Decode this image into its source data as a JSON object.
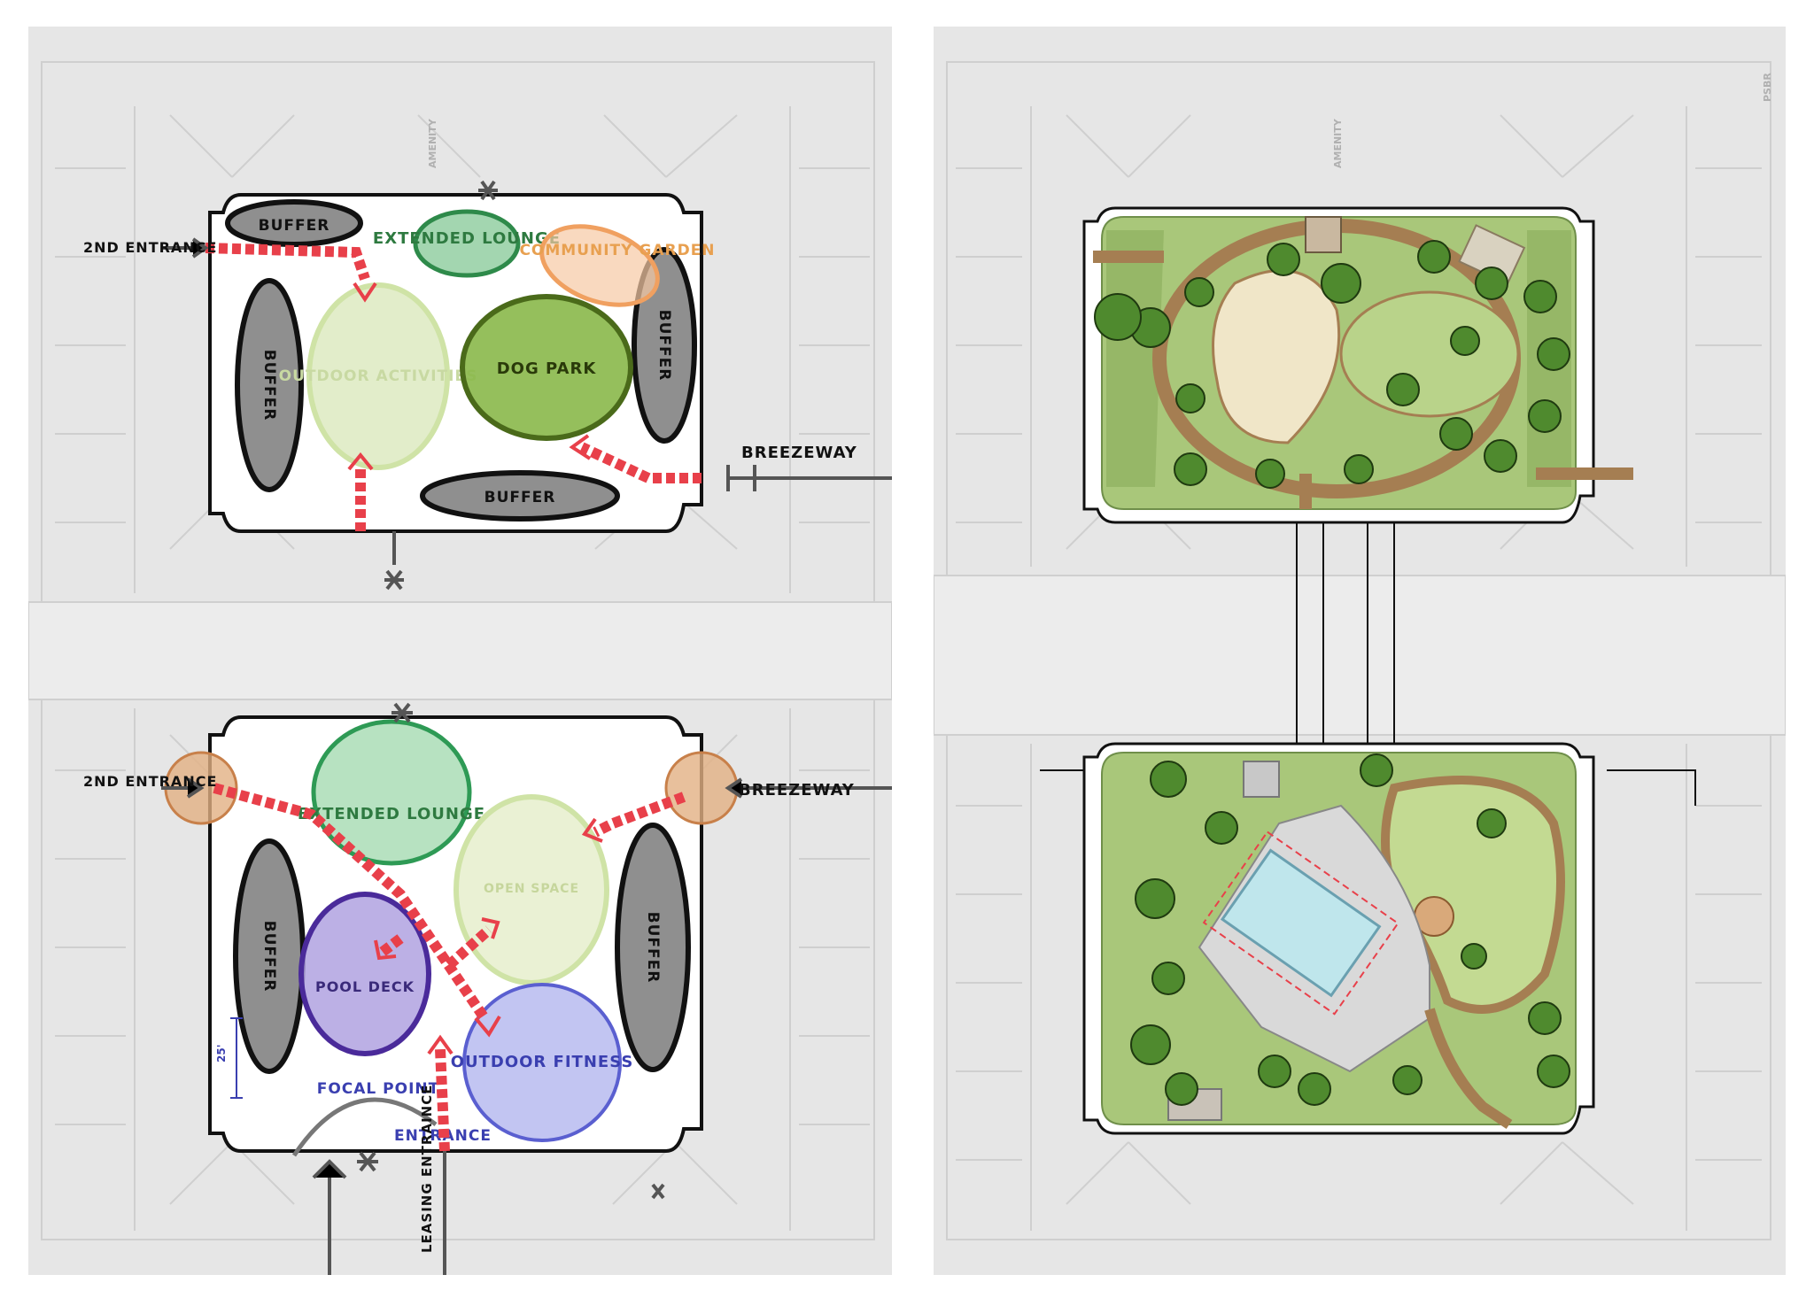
{
  "concept": {
    "north": {
      "zones": {
        "buffer_top": "BUFFER",
        "buffer_left": "BUFFER",
        "buffer_right": "BUFFER",
        "buffer_bottom": "BUFFER",
        "extended_lounge": "EXTENDED LOUNGE",
        "community_garden": "COMMUNITY GARDEN",
        "outdoor_activities": "OUTDOOR ACTIVITIES",
        "dog_park": "DOG PARK"
      },
      "annotations": {
        "second_entrance": "2ND ENTRANCE",
        "breezeway": "BREEZEWAY"
      }
    },
    "south": {
      "zones": {
        "buffer_left": "BUFFER",
        "buffer_right": "BUFFER",
        "extended_lounge": "EXTENDED LOUNGE",
        "open_space": "OPEN SPACE",
        "pool_deck": "POOL DECK",
        "outdoor_fitness": "OUTDOOR FITNESS",
        "focal_point": "FOCAL POINT"
      },
      "annotations": {
        "second_entrance": "2ND ENTRANCE",
        "breezeway": "BREEZEWAY",
        "entrance": "ENTRANCE",
        "leasing_entrance": "LEASING ENTRAINCE",
        "dimension": "25'"
      }
    }
  },
  "background_labels": {
    "amenity": "AMENITY",
    "psbr": "PSBR"
  },
  "colors": {
    "sheet": "#e6e6e6",
    "buffer": "#8f8f8f",
    "lounge": "#7cc48f",
    "garden": "#f0a060",
    "activities": "#cfe3a6",
    "dog_park": "#8ab84a",
    "pool": "#8e7cc8",
    "fitness": "#8a8fd8",
    "circulation": "#e8404a",
    "node": "#c8804a",
    "lawn": "#a9c77a",
    "path": "#a57e52",
    "pool_water": "#bfe6ec"
  }
}
